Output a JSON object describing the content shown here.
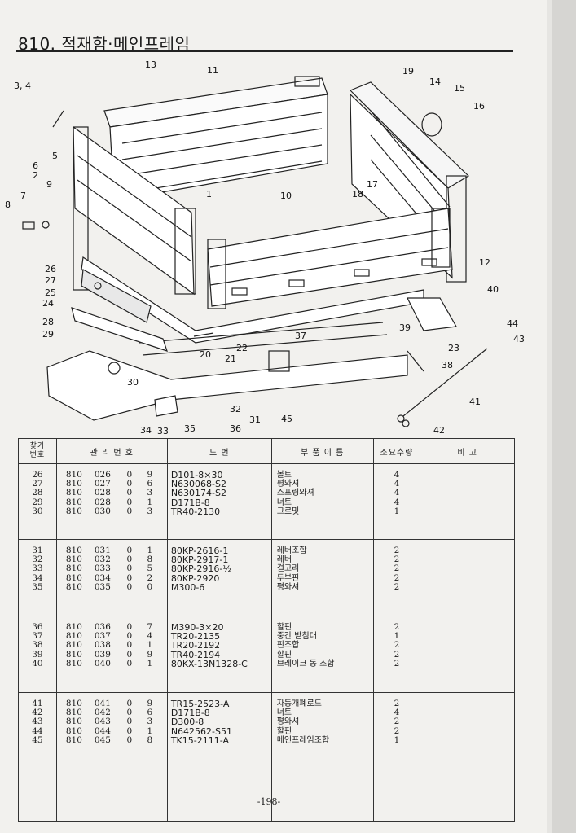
{
  "page": {
    "title": "810. 적재함·메인프레임",
    "page_number": "-198-"
  },
  "diagram": {
    "callouts": [
      "13",
      "11",
      "19",
      "14",
      "15",
      "16",
      "3, 4",
      "5",
      "6",
      "2",
      "9",
      "7",
      "8",
      "1",
      "10",
      "18",
      "17",
      "12",
      "40",
      "26",
      "27",
      "25",
      "24",
      "28",
      "29",
      "39",
      "44",
      "43",
      "23",
      "38",
      "41",
      "22",
      "21",
      "20",
      "37",
      "30",
      "32",
      "31",
      "36",
      "45",
      "34",
      "33",
      "35",
      "42"
    ]
  },
  "table": {
    "headers": {
      "ref_no": "찾기\n번호",
      "mgmt_no": "관  리  번  호",
      "drawing": "도        번",
      "part_name": "부  품  이  름",
      "qty": "소요수량",
      "remarks": "비      고"
    },
    "groups": [
      {
        "rows": [
          {
            "ref": "26",
            "g": "810",
            "n": "026",
            "a": "0",
            "b": "9",
            "drawing": "D101-8×30",
            "name": "볼트",
            "qty": "4"
          },
          {
            "ref": "27",
            "g": "810",
            "n": "027",
            "a": "0",
            "b": "6",
            "drawing": "N630068-S2",
            "name": "평와셔",
            "qty": "4"
          },
          {
            "ref": "28",
            "g": "810",
            "n": "028",
            "a": "0",
            "b": "3",
            "drawing": "N630174-S2",
            "name": "스프링와셔",
            "qty": "4"
          },
          {
            "ref": "29",
            "g": "810",
            "n": "028",
            "a": "0",
            "b": "1",
            "drawing": "D171B-8",
            "name": "너트",
            "qty": "4"
          },
          {
            "ref": "30",
            "g": "810",
            "n": "030",
            "a": "0",
            "b": "3",
            "drawing": "TR40-2130",
            "name": "그로밋",
            "qty": "1"
          }
        ]
      },
      {
        "rows": [
          {
            "ref": "31",
            "g": "810",
            "n": "031",
            "a": "0",
            "b": "1",
            "drawing": "80KP-2616-1",
            "name": "레버조합",
            "qty": "2"
          },
          {
            "ref": "32",
            "g": "810",
            "n": "032",
            "a": "0",
            "b": "8",
            "drawing": "80KP-2917-1",
            "name": "레버",
            "qty": "2"
          },
          {
            "ref": "33",
            "g": "810",
            "n": "033",
            "a": "0",
            "b": "5",
            "drawing": "80KP-2916-½",
            "name": "걸고리",
            "qty": "2"
          },
          {
            "ref": "34",
            "g": "810",
            "n": "034",
            "a": "0",
            "b": "2",
            "drawing": "80KP-2920",
            "name": "두부핀",
            "qty": "2"
          },
          {
            "ref": "35",
            "g": "810",
            "n": "035",
            "a": "0",
            "b": "0",
            "drawing": "M300-6",
            "name": "평와셔",
            "qty": "2"
          }
        ]
      },
      {
        "rows": [
          {
            "ref": "36",
            "g": "810",
            "n": "036",
            "a": "0",
            "b": "7",
            "drawing": "M390-3×20",
            "name": "할핀",
            "qty": "2"
          },
          {
            "ref": "37",
            "g": "810",
            "n": "037",
            "a": "0",
            "b": "4",
            "drawing": "TR20-2135",
            "name": "중간 받침대",
            "qty": "1"
          },
          {
            "ref": "38",
            "g": "810",
            "n": "038",
            "a": "0",
            "b": "1",
            "drawing": "TR20-2192",
            "name": "핀조합",
            "qty": "2"
          },
          {
            "ref": "39",
            "g": "810",
            "n": "039",
            "a": "0",
            "b": "9",
            "drawing": "TR40-2194",
            "name": "할핀",
            "qty": "2"
          },
          {
            "ref": "40",
            "g": "810",
            "n": "040",
            "a": "0",
            "b": "1",
            "drawing": "80KX-13N1328-C",
            "name": "브레이크 동 조합",
            "qty": "2"
          }
        ]
      },
      {
        "rows": [
          {
            "ref": "41",
            "g": "810",
            "n": "041",
            "a": "0",
            "b": "9",
            "drawing": "TR15-2523-A",
            "name": "자동개폐로드",
            "qty": "2"
          },
          {
            "ref": "42",
            "g": "810",
            "n": "042",
            "a": "0",
            "b": "6",
            "drawing": "D171B-8",
            "name": "너트",
            "qty": "4"
          },
          {
            "ref": "43",
            "g": "810",
            "n": "043",
            "a": "0",
            "b": "3",
            "drawing": "D300-8",
            "name": "평와셔",
            "qty": "2"
          },
          {
            "ref": "44",
            "g": "810",
            "n": "044",
            "a": "0",
            "b": "1",
            "drawing": "N642562-S51",
            "name": "할핀",
            "qty": "2"
          },
          {
            "ref": "45",
            "g": "810",
            "n": "045",
            "a": "0",
            "b": "8",
            "drawing": "TK15-2111-A",
            "name": "메인프레임조합",
            "qty": "1"
          }
        ]
      },
      {
        "rows": []
      }
    ]
  }
}
